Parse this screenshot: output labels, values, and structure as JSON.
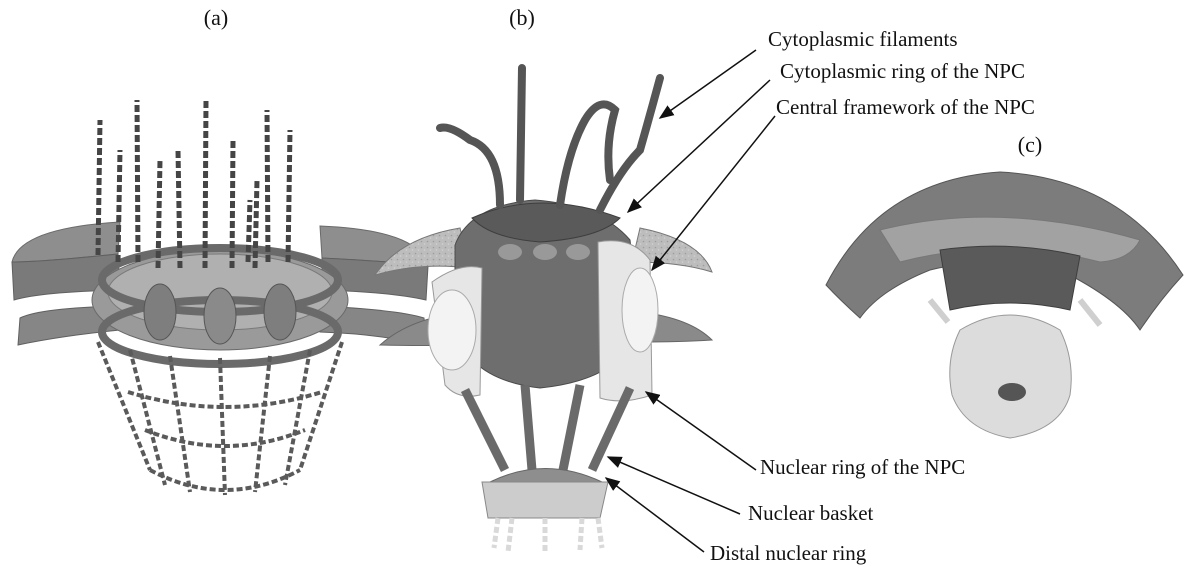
{
  "panels": [
    {
      "label": "(a)"
    },
    {
      "label": "(b)"
    },
    {
      "label": "(c)"
    }
  ],
  "callouts": [
    {
      "text": "Cytoplasmic filaments"
    },
    {
      "text": "Cytoplasmic ring of the NPC"
    },
    {
      "text": "Central framework of the NPC"
    },
    {
      "text": "Nuclear ring of the NPC"
    },
    {
      "text": "Nuclear basket"
    },
    {
      "text": "Distal nuclear ring"
    }
  ],
  "colors": {
    "membrane": "#8e8e8e",
    "membrane_dark": "#5f5f5f",
    "filament": "#4a4a4a",
    "spoke": "#6c6c6c",
    "basket": "#9a9a9a",
    "light": "#e6e6e6",
    "arrow": "#111111"
  }
}
